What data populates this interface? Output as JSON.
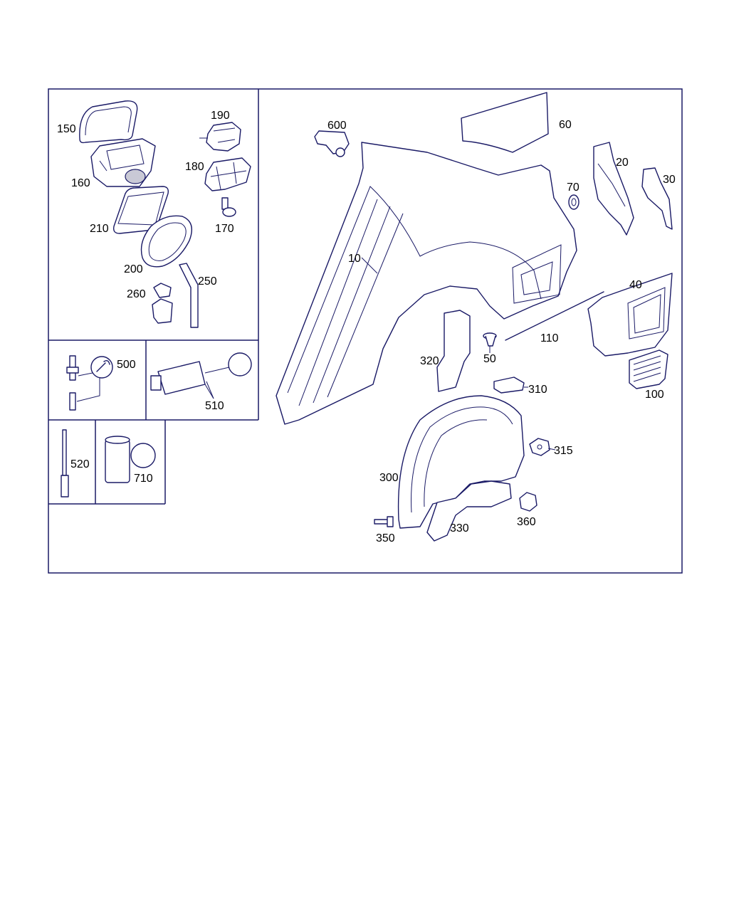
{
  "parts": {
    "p10": "10",
    "p20": "20",
    "p30": "30",
    "p40": "40",
    "p50": "50",
    "p60": "60",
    "p70": "70",
    "p100": "100",
    "p110": "110",
    "p150": "150",
    "p160": "160",
    "p170": "170",
    "p180": "180",
    "p190": "190",
    "p200": "200",
    "p210": "210",
    "p250": "250",
    "p260": "260",
    "p300": "300",
    "p310": "310",
    "p315": "315",
    "p320": "320",
    "p330": "330",
    "p350": "350",
    "p360": "360",
    "p500": "500",
    "p510": "510",
    "p520": "520",
    "p600": "600",
    "p710": "710"
  },
  "icons": {
    "wrench": "wrench-icon"
  },
  "colors": {
    "line": "#1a1a66",
    "background": "#ffffff"
  }
}
